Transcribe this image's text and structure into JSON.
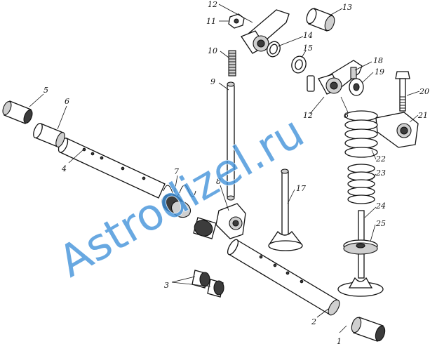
{
  "watermark": "Astrodizel.ru",
  "callouts": [
    {
      "id": "1",
      "text": "1"
    },
    {
      "id": "2",
      "text": "2"
    },
    {
      "id": "3",
      "text": "3"
    },
    {
      "id": "4",
      "text": "4"
    },
    {
      "id": "5",
      "text": "5"
    },
    {
      "id": "6a",
      "text": "6"
    },
    {
      "id": "6b",
      "text": "6"
    },
    {
      "id": "7",
      "text": "7"
    },
    {
      "id": "8",
      "text": "8"
    },
    {
      "id": "9",
      "text": "9"
    },
    {
      "id": "10",
      "text": "10"
    },
    {
      "id": "11",
      "text": "11"
    },
    {
      "id": "12a",
      "text": "12"
    },
    {
      "id": "12b",
      "text": "12"
    },
    {
      "id": "13",
      "text": "13"
    },
    {
      "id": "14",
      "text": "14"
    },
    {
      "id": "15",
      "text": "15"
    },
    {
      "id": "17",
      "text": "17"
    },
    {
      "id": "18",
      "text": "18"
    },
    {
      "id": "19",
      "text": "19"
    },
    {
      "id": "20",
      "text": "20"
    },
    {
      "id": "21",
      "text": "21"
    },
    {
      "id": "22",
      "text": "22"
    },
    {
      "id": "23",
      "text": "23"
    },
    {
      "id": "24",
      "text": "24"
    },
    {
      "id": "25",
      "text": "25"
    }
  ]
}
